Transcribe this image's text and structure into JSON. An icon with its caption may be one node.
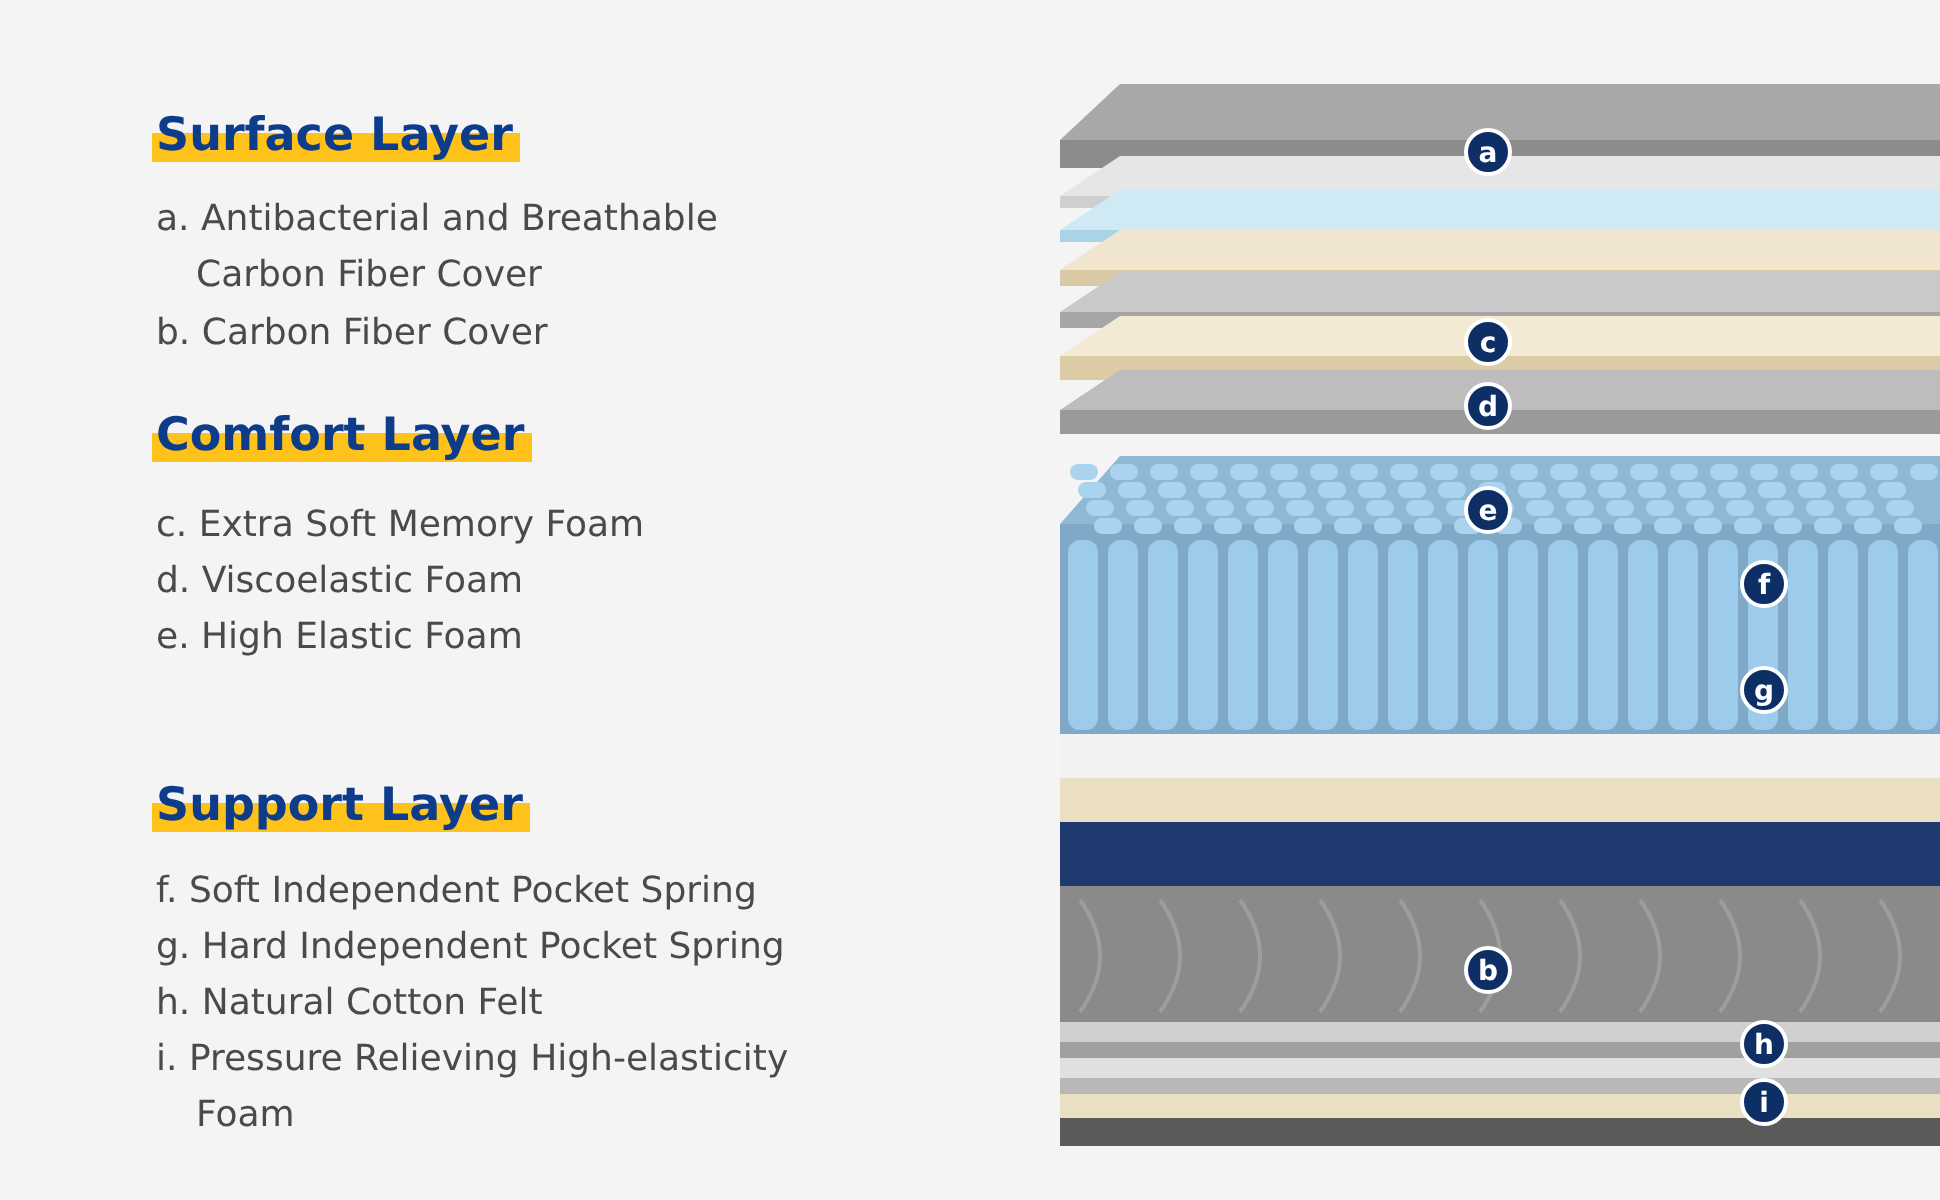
{
  "diagram": {
    "labels": [
      "Surface Layer",
      "a. Antibacterial and Breathable Carbon Fiber Cover",
      "b. Carbon Fiber Cover",
      "Comfort Layer",
      "c. Extra Soft Memory Foam",
      "d. Viscoelastic Foam",
      "e. High Elastic Foam",
      "Support Layer",
      "f. Soft Independent Pocket Spring",
      "g. Hard Independent Pocket Spring",
      "h. Natural Cotton Felt",
      "i. Pressure Relieving High-elasticity Foam",
      "a",
      "c",
      "d",
      "e",
      "f",
      "g",
      "b",
      "h",
      "i"
    ]
  }
}
